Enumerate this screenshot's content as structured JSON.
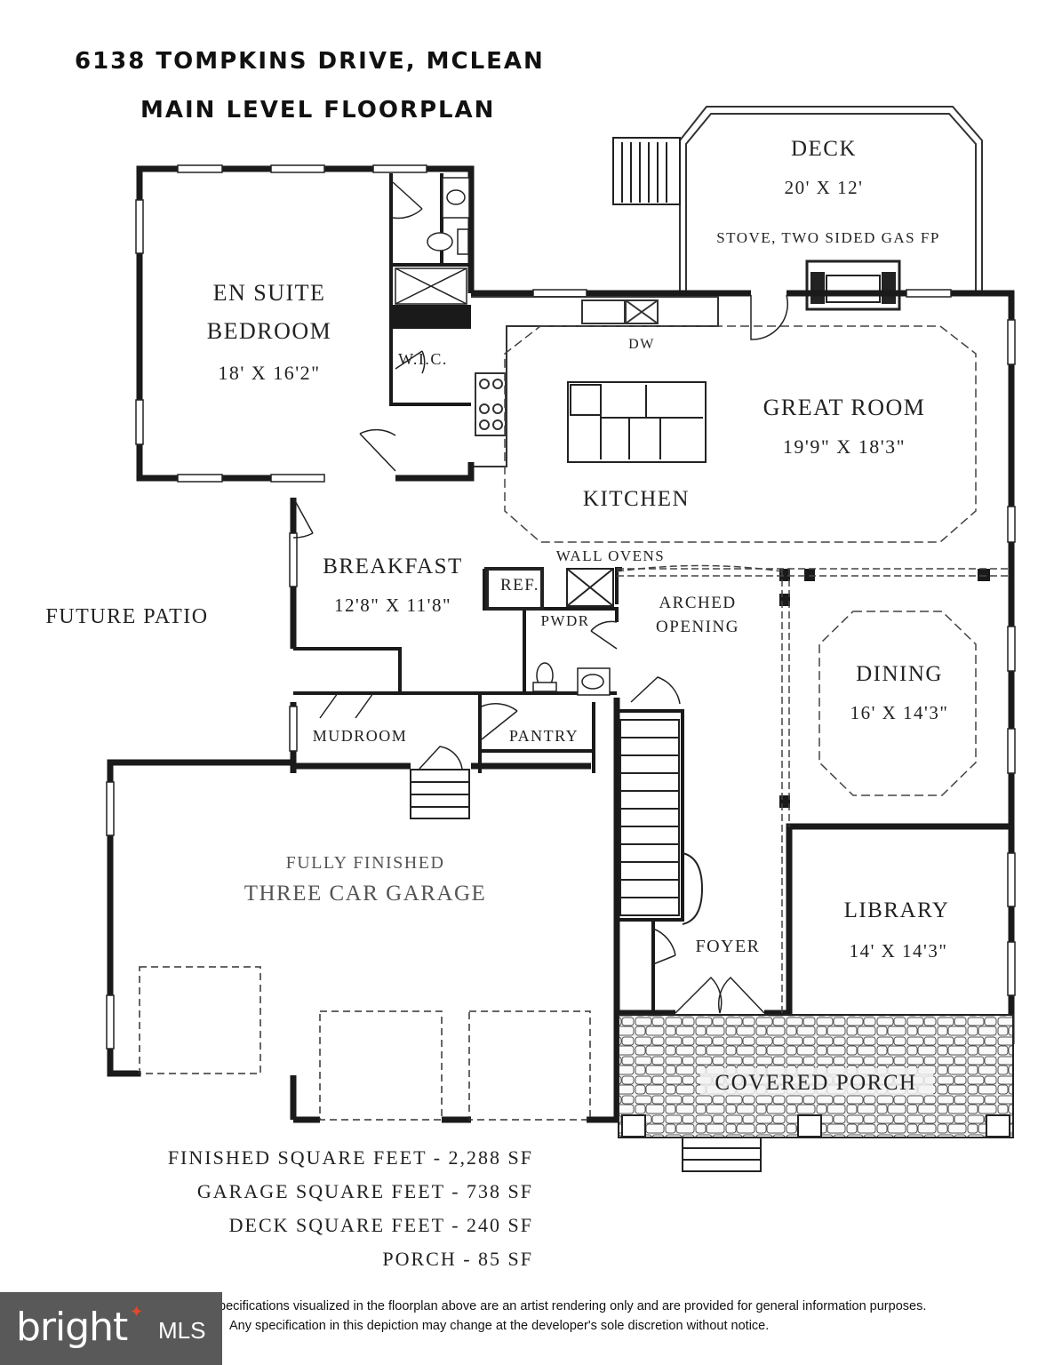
{
  "title": {
    "line1": "6138 TOMPKINS DRIVE, MCLEAN",
    "line2": "MAIN LEVEL FLOORPLAN"
  },
  "rooms": {
    "deck": {
      "name": "DECK",
      "size": "20' X 12'"
    },
    "stove_note": "STOVE, TWO SIDED GAS FP",
    "en_suite": {
      "line1": "EN SUITE",
      "line2": "BEDROOM",
      "size": "18' X 16'2\""
    },
    "wic": "W.I.C.",
    "dw": "DW",
    "great_room": {
      "name": "GREAT ROOM",
      "size": "19'9\" X 18'3\""
    },
    "kitchen": "KITCHEN",
    "wall_ovens": "WALL OVENS",
    "breakfast": {
      "name": "BREAKFAST",
      "size": "12'8\" X 11'8\""
    },
    "ref": "REF.",
    "pwdr": "PWDR",
    "arched_opening": {
      "line1": "ARCHED",
      "line2": "OPENING"
    },
    "future_patio": "FUTURE PATIO",
    "dining": {
      "name": "DINING",
      "size": "16' X 14'3\""
    },
    "mudroom": "MUDROOM",
    "pantry": "PANTRY",
    "garage": {
      "line1": "FULLY FINISHED",
      "line2": "THREE CAR GARAGE"
    },
    "library": {
      "name": "LIBRARY",
      "size": "14' X 14'3\""
    },
    "foyer": "FOYER",
    "covered_porch": "COVERED PORCH"
  },
  "stats": [
    "FINISHED SQUARE FEET - 2,288 SF",
    "GARAGE SQUARE FEET - 738 SF",
    "DECK SQUARE FEET - 240 SF",
    "PORCH - 85 SF"
  ],
  "disclaimer": {
    "line1": "pecifications visualized in the floorplan above are an artist rendering only and are provided for general information purposes.",
    "line2": "Any specification in this depiction may change at the developer's sole discretion without notice."
  },
  "logo": {
    "brand": "bright",
    "suffix": "MLS"
  }
}
